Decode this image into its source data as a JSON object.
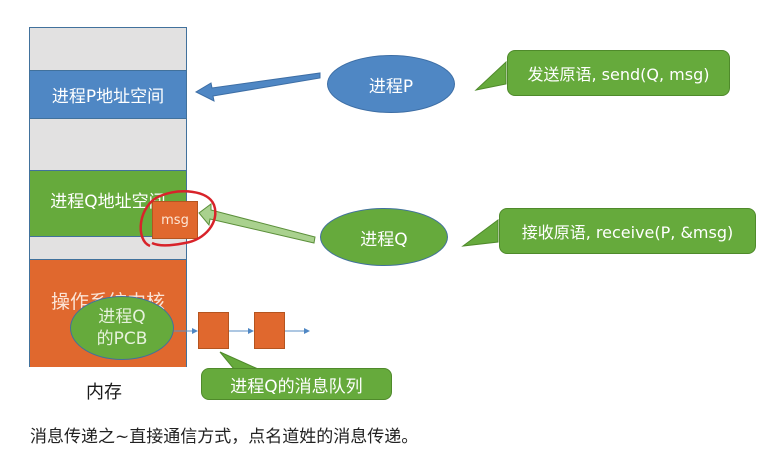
{
  "memory": {
    "label": "内存",
    "blocks": [
      {
        "type": "free",
        "label": ""
      },
      {
        "type": "process-p",
        "label": "进程P地址空间"
      },
      {
        "type": "free",
        "label": ""
      },
      {
        "type": "process-q",
        "label": "进程Q地址空间"
      },
      {
        "type": "free",
        "label": ""
      },
      {
        "type": "kernel",
        "label": "操作系统内核的"
      }
    ]
  },
  "process_p": {
    "label": "进程P"
  },
  "process_q": {
    "label": "进程Q"
  },
  "pcb": {
    "line1": "进程Q",
    "line2": "的PCB"
  },
  "msg_box": {
    "label": "msg"
  },
  "callouts": {
    "send": "发送原语, send(Q, msg)",
    "receive": "接收原语, receive(P, &msg)",
    "queue": "进程Q的消息队列"
  },
  "caption": "消息传递之~直接通信方式，点名道姓的消息传递。",
  "colors": {
    "blue": "#4f87c4",
    "green": "#66aa3c",
    "orange": "#e0682e",
    "gray": "#e2e1e1",
    "annotation_red": "#d8232a"
  }
}
